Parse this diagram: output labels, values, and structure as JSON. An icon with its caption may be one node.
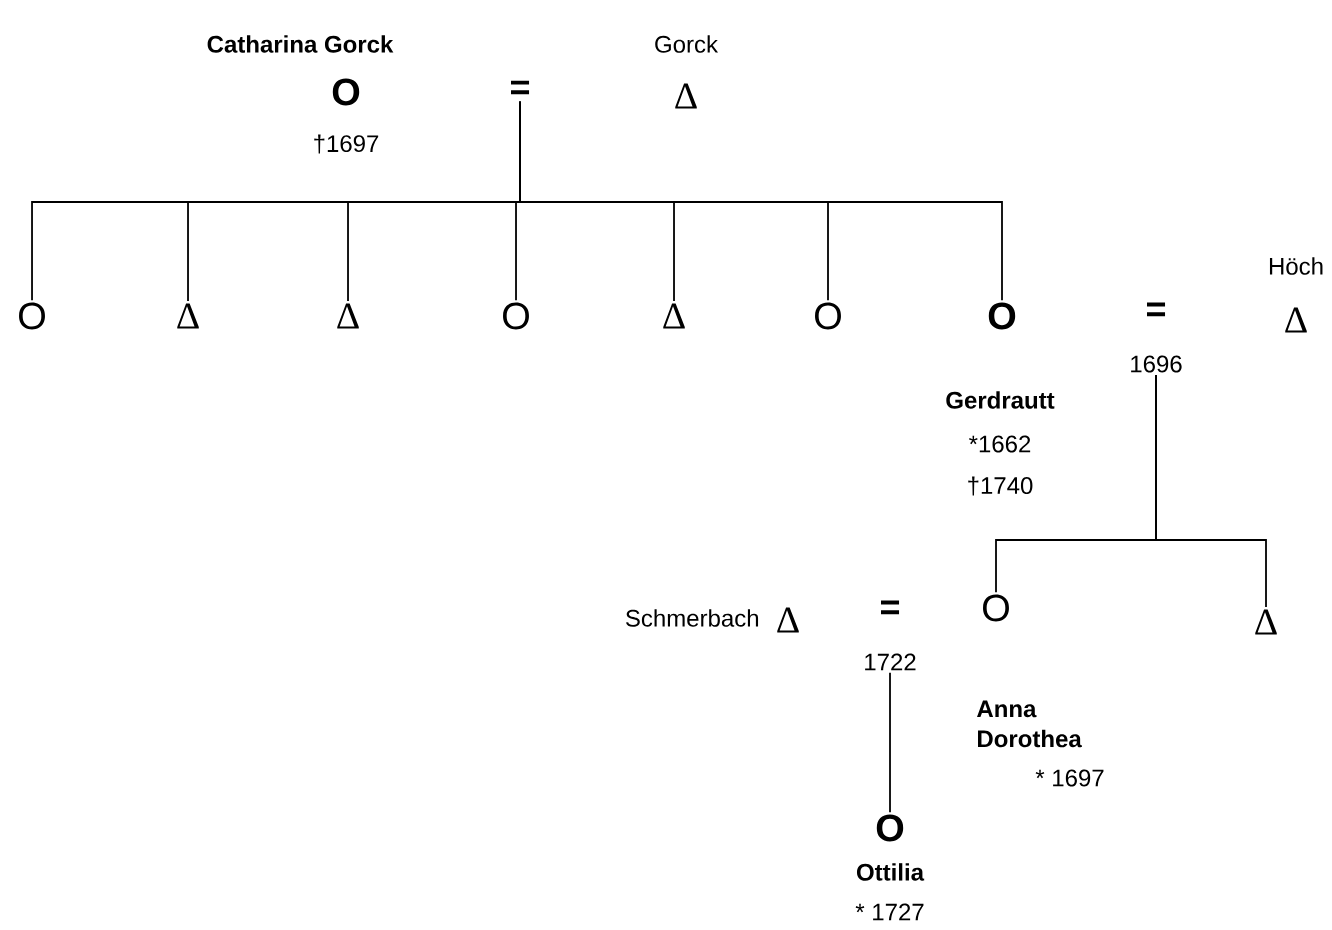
{
  "diagram": {
    "nodes": [
      {
        "text": [
          "O"
        ],
        "beside": [
          "Catharina Gorck",
          "†1697"
        ]
      },
      {
        "text": [
          "="
        ]
      },
      {
        "text": [
          "Δ"
        ],
        "beside": [
          "Gorck"
        ]
      },
      {
        "text": [
          "O"
        ]
      },
      {
        "text": [
          "Δ"
        ]
      },
      {
        "text": [
          "Δ"
        ]
      },
      {
        "text": [
          "O"
        ]
      },
      {
        "text": [
          "Δ"
        ]
      },
      {
        "text": [
          "O"
        ]
      },
      {
        "text": [
          "O"
        ],
        "beside": [
          "Gerdrautt",
          "*1662",
          "†1740"
        ]
      },
      {
        "text": [
          "="
        ],
        "beside": [
          "1696"
        ]
      },
      {
        "text": [
          "Δ"
        ],
        "beside": [
          "Höch"
        ]
      },
      {
        "text": [
          "Δ"
        ],
        "beside": [
          "Schmerbach"
        ]
      },
      {
        "text": [
          "="
        ],
        "beside": [
          "1722"
        ]
      },
      {
        "text": [
          "O"
        ],
        "beside": [
          "Anna Dorothea",
          "* 1697"
        ]
      },
      {
        "text": [
          "Δ"
        ]
      },
      {
        "text": [
          "O"
        ],
        "beside": [
          "Ottilia",
          "* 1727"
        ]
      }
    ],
    "edges": [
      {
        "from": 1,
        "to": 3,
        "arrow": "none"
      },
      {
        "from": 1,
        "to": 4,
        "arrow": "none"
      },
      {
        "from": 1,
        "to": 5,
        "arrow": "none"
      },
      {
        "from": 1,
        "to": 6,
        "arrow": "none"
      },
      {
        "from": 1,
        "to": 7,
        "arrow": "none"
      },
      {
        "from": 1,
        "to": 8,
        "arrow": "none"
      },
      {
        "from": 1,
        "to": 9,
        "arrow": "none"
      },
      {
        "from": 10,
        "to": 14,
        "arrow": "none"
      },
      {
        "from": 10,
        "to": 15,
        "arrow": "none"
      },
      {
        "from": 13,
        "to": 16,
        "arrow": "none"
      }
    ]
  }
}
